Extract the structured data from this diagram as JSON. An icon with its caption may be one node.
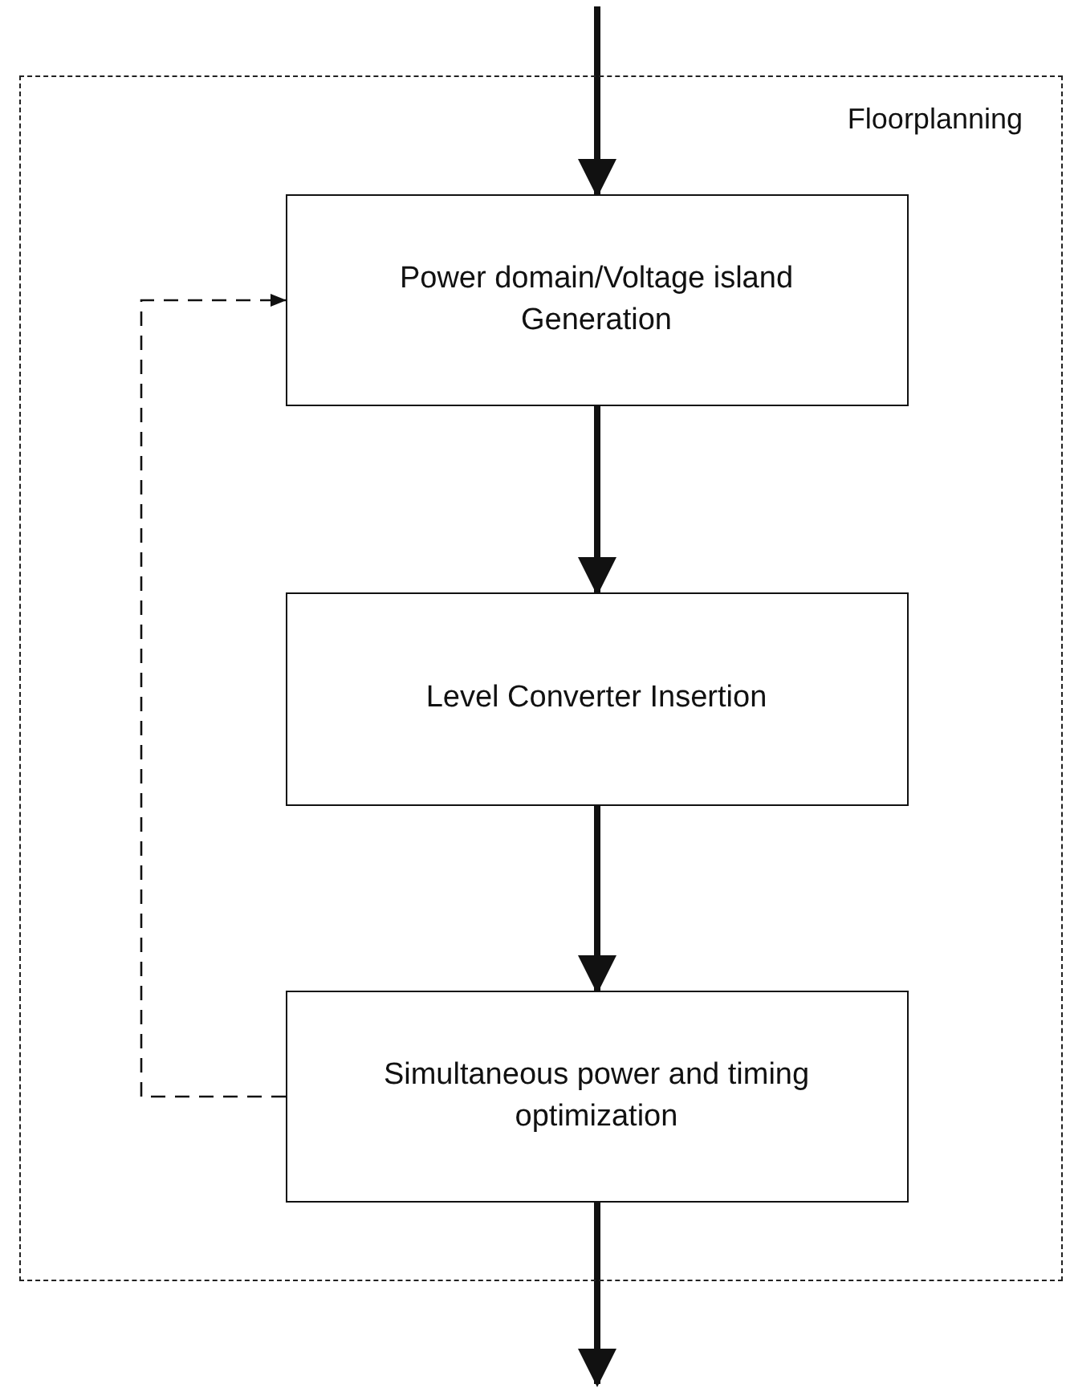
{
  "diagram": {
    "nodes": [
      {
        "text": [
          "Floorplanning"
        ]
      },
      {
        "text": [
          "Power domain/Voltage island Generation"
        ],
        "in": 0
      },
      {
        "text": [
          "Level Converter Insertion"
        ],
        "in": 0
      },
      {
        "text": [
          "Simultaneous power and timing optimization"
        ],
        "in": 0
      }
    ],
    "edges": [
      {
        "from": null,
        "to": 1,
        "arrow": "to"
      },
      {
        "from": 1,
        "to": 2,
        "arrow": "to"
      },
      {
        "from": 2,
        "to": 3,
        "arrow": "to"
      },
      {
        "from": 3,
        "to": null,
        "arrow": "to"
      },
      {
        "from": 3,
        "to": 1,
        "arrow": "to",
        "style": "dashed"
      }
    ]
  }
}
